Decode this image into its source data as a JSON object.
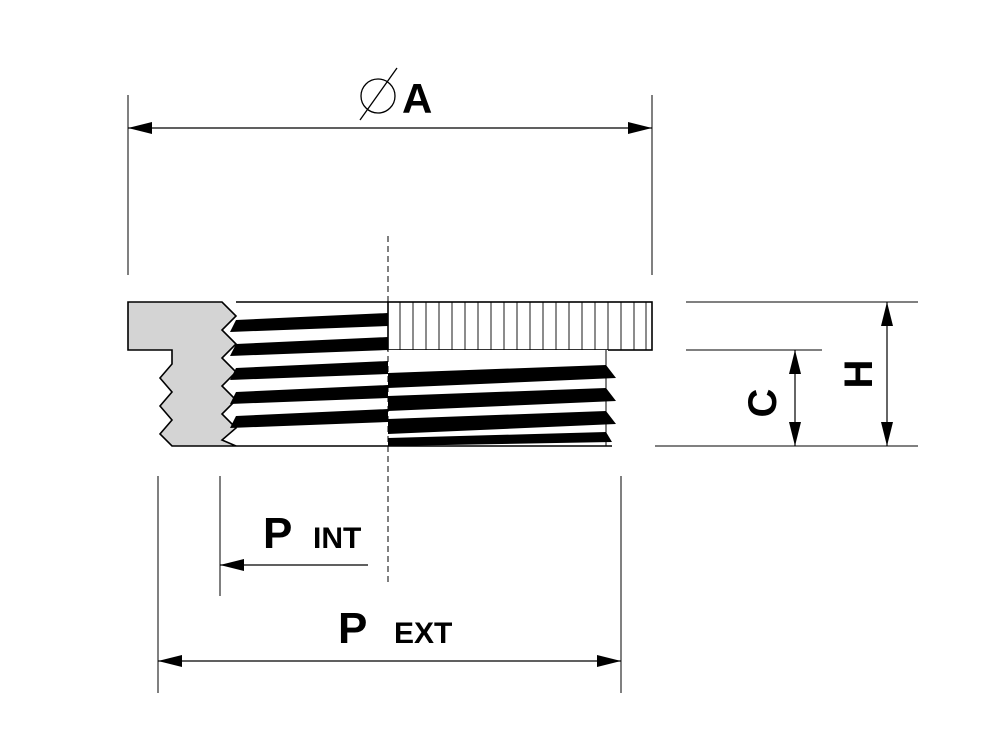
{
  "labels": {
    "diameter_letter": "A",
    "height_letter": "H",
    "c_letter": "C",
    "p_letter_int": "P",
    "p_int_sub": "INT",
    "p_letter_ext": "P",
    "p_ext_sub": "EXT"
  },
  "colors": {
    "line": "#000000",
    "section_fill": "#d4d4d4",
    "background": "#ffffff"
  }
}
